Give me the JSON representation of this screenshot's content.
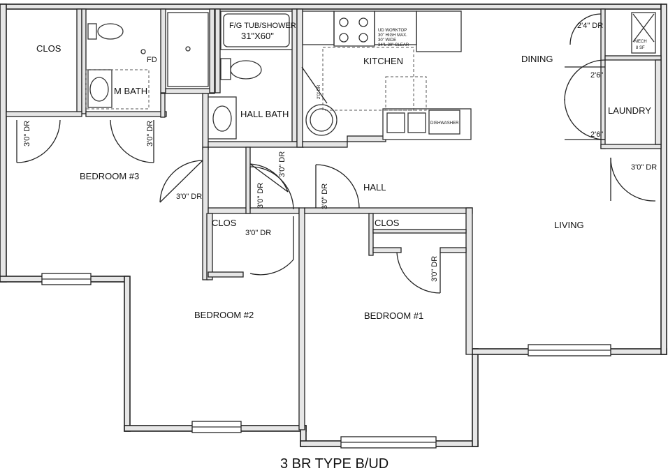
{
  "title": "3 BR TYPE B/UD",
  "rooms": {
    "clos_top_left": "CLOS",
    "m_bath": "M BATH",
    "fd": "FD",
    "tub": "F/G TUB/SHOWER",
    "tub_size": "31\"X60\"",
    "hall_bath": "HALL BATH",
    "kitchen": "KITCHEN",
    "dining": "DINING",
    "laundry": "LAUNDRY",
    "bedroom3": "BEDROOM #3",
    "hall": "HALL",
    "living": "LIVING",
    "clos_mid": "CLOS",
    "clos_br1": "CLOS",
    "bedroom2": "BEDROOM #2",
    "bedroom1": "BEDROOM #1",
    "mech": "MECH",
    "mech_sub": "8 SF"
  },
  "doors": {
    "d_mbr_clos": "3'0\" DR",
    "d_mbath": "3'0\" DR",
    "d_br3": "3'0\" DR",
    "d_hall_a": "3'0\" DR",
    "d_hall_b": "3'0\" DR",
    "d_hall_c": "3'0\" DR",
    "d_clos_mid": "3'0\" DR",
    "d_br1_clos": "3'0\" DR",
    "d_mech": "2'4\" DR",
    "d_laundry_a": "2'6\"",
    "d_laundry_b": "2'6\"",
    "d_living": "3'0\" DR",
    "d_kitchen_wh": "2'0\" DR"
  },
  "notes": {
    "kitchen_note_1": "UD WORKTOP",
    "kitchen_note_2": "30\" HIGH MAX.",
    "kitchen_note_3": "30\" WIDE",
    "kitchen_note_4": "34\"L 30\" CLEAR",
    "dishwasher": "DISHWASHER"
  }
}
